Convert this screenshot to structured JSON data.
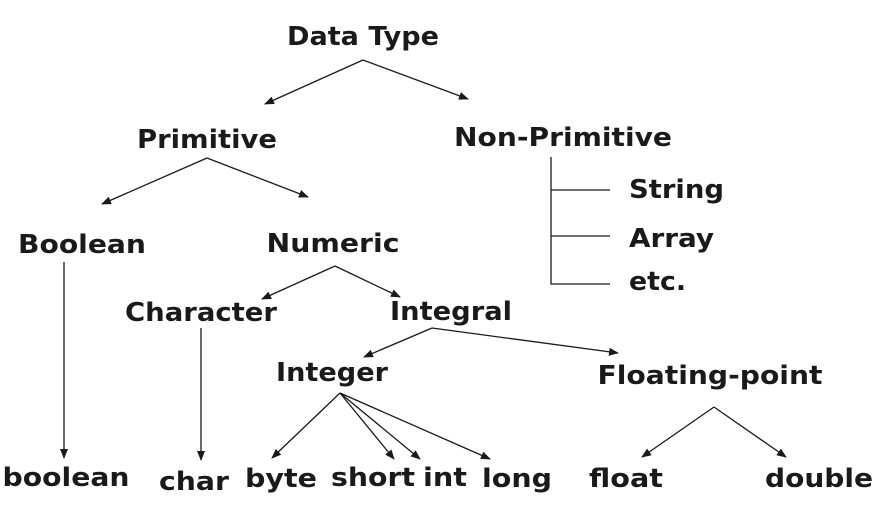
{
  "nodes": {
    "data_type": "Data Type",
    "primitive": "Primitive",
    "non_primitive": "Non-Primitive",
    "string": "String",
    "array": "Array",
    "etc": "etc.",
    "boolean_category": "Boolean",
    "numeric": "Numeric",
    "character": "Character",
    "integral": "Integral",
    "integer": "Integer",
    "floating_point": "Floating-point",
    "boolean": "boolean",
    "char": "char",
    "byte": "byte",
    "short": "short",
    "int": "int",
    "long": "long",
    "float": "float",
    "double": "double"
  },
  "colors": {
    "text": "#1a1a1a",
    "line": "#1a1a1a",
    "background": "#ffffff"
  }
}
